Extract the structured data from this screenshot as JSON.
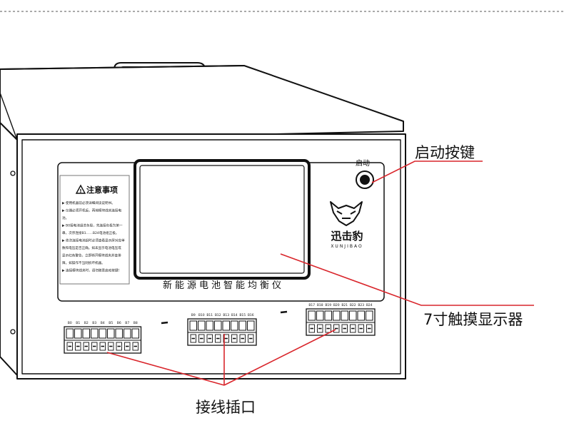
{
  "callouts": {
    "start_button": "启动按键",
    "display": "7寸触摸显示器",
    "ports": "接线插口"
  },
  "panel": {
    "start_label": "启动",
    "device_name": "新能源电池智能均衡仪",
    "brand_cn": "迅击豹",
    "brand_en": "XUNJIBAO"
  },
  "notice": {
    "title": "注意事项",
    "lines": [
      "▶ 使用机器前必须详细阅读说明书。",
      "▶ 仪器必须开机后，再将模块线夹连接电",
      "池。",
      "▶ B0接电池组总负极，先连接负极为第一",
      "串，次序连接B1……B24电池组正极。",
      "▶ 依次连接电池组时必须查看显示屏对应单",
      "数和电压是否正确。如未显示电池电压或",
      "显示红色警告，立即断开模块线夹并查排",
      "障。如操作不当则损坏机器。",
      "▶ 连接模块线夹时，请勿随意启动按键！"
    ]
  },
  "ports": {
    "group1": [
      "B0",
      "B1",
      "B2",
      "B3",
      "B4",
      "B5",
      "B6",
      "B7",
      "B8"
    ],
    "group2": [
      "B9",
      "B10",
      "B11",
      "B12",
      "B13",
      "B14",
      "B15",
      "B16"
    ],
    "group3": [
      "B17",
      "B18",
      "B19",
      "B20",
      "B21",
      "B22",
      "B23",
      "B24"
    ]
  },
  "colors": {
    "callout_line": "#d9252b",
    "outline": "#111111",
    "warning": "#e0251b"
  }
}
